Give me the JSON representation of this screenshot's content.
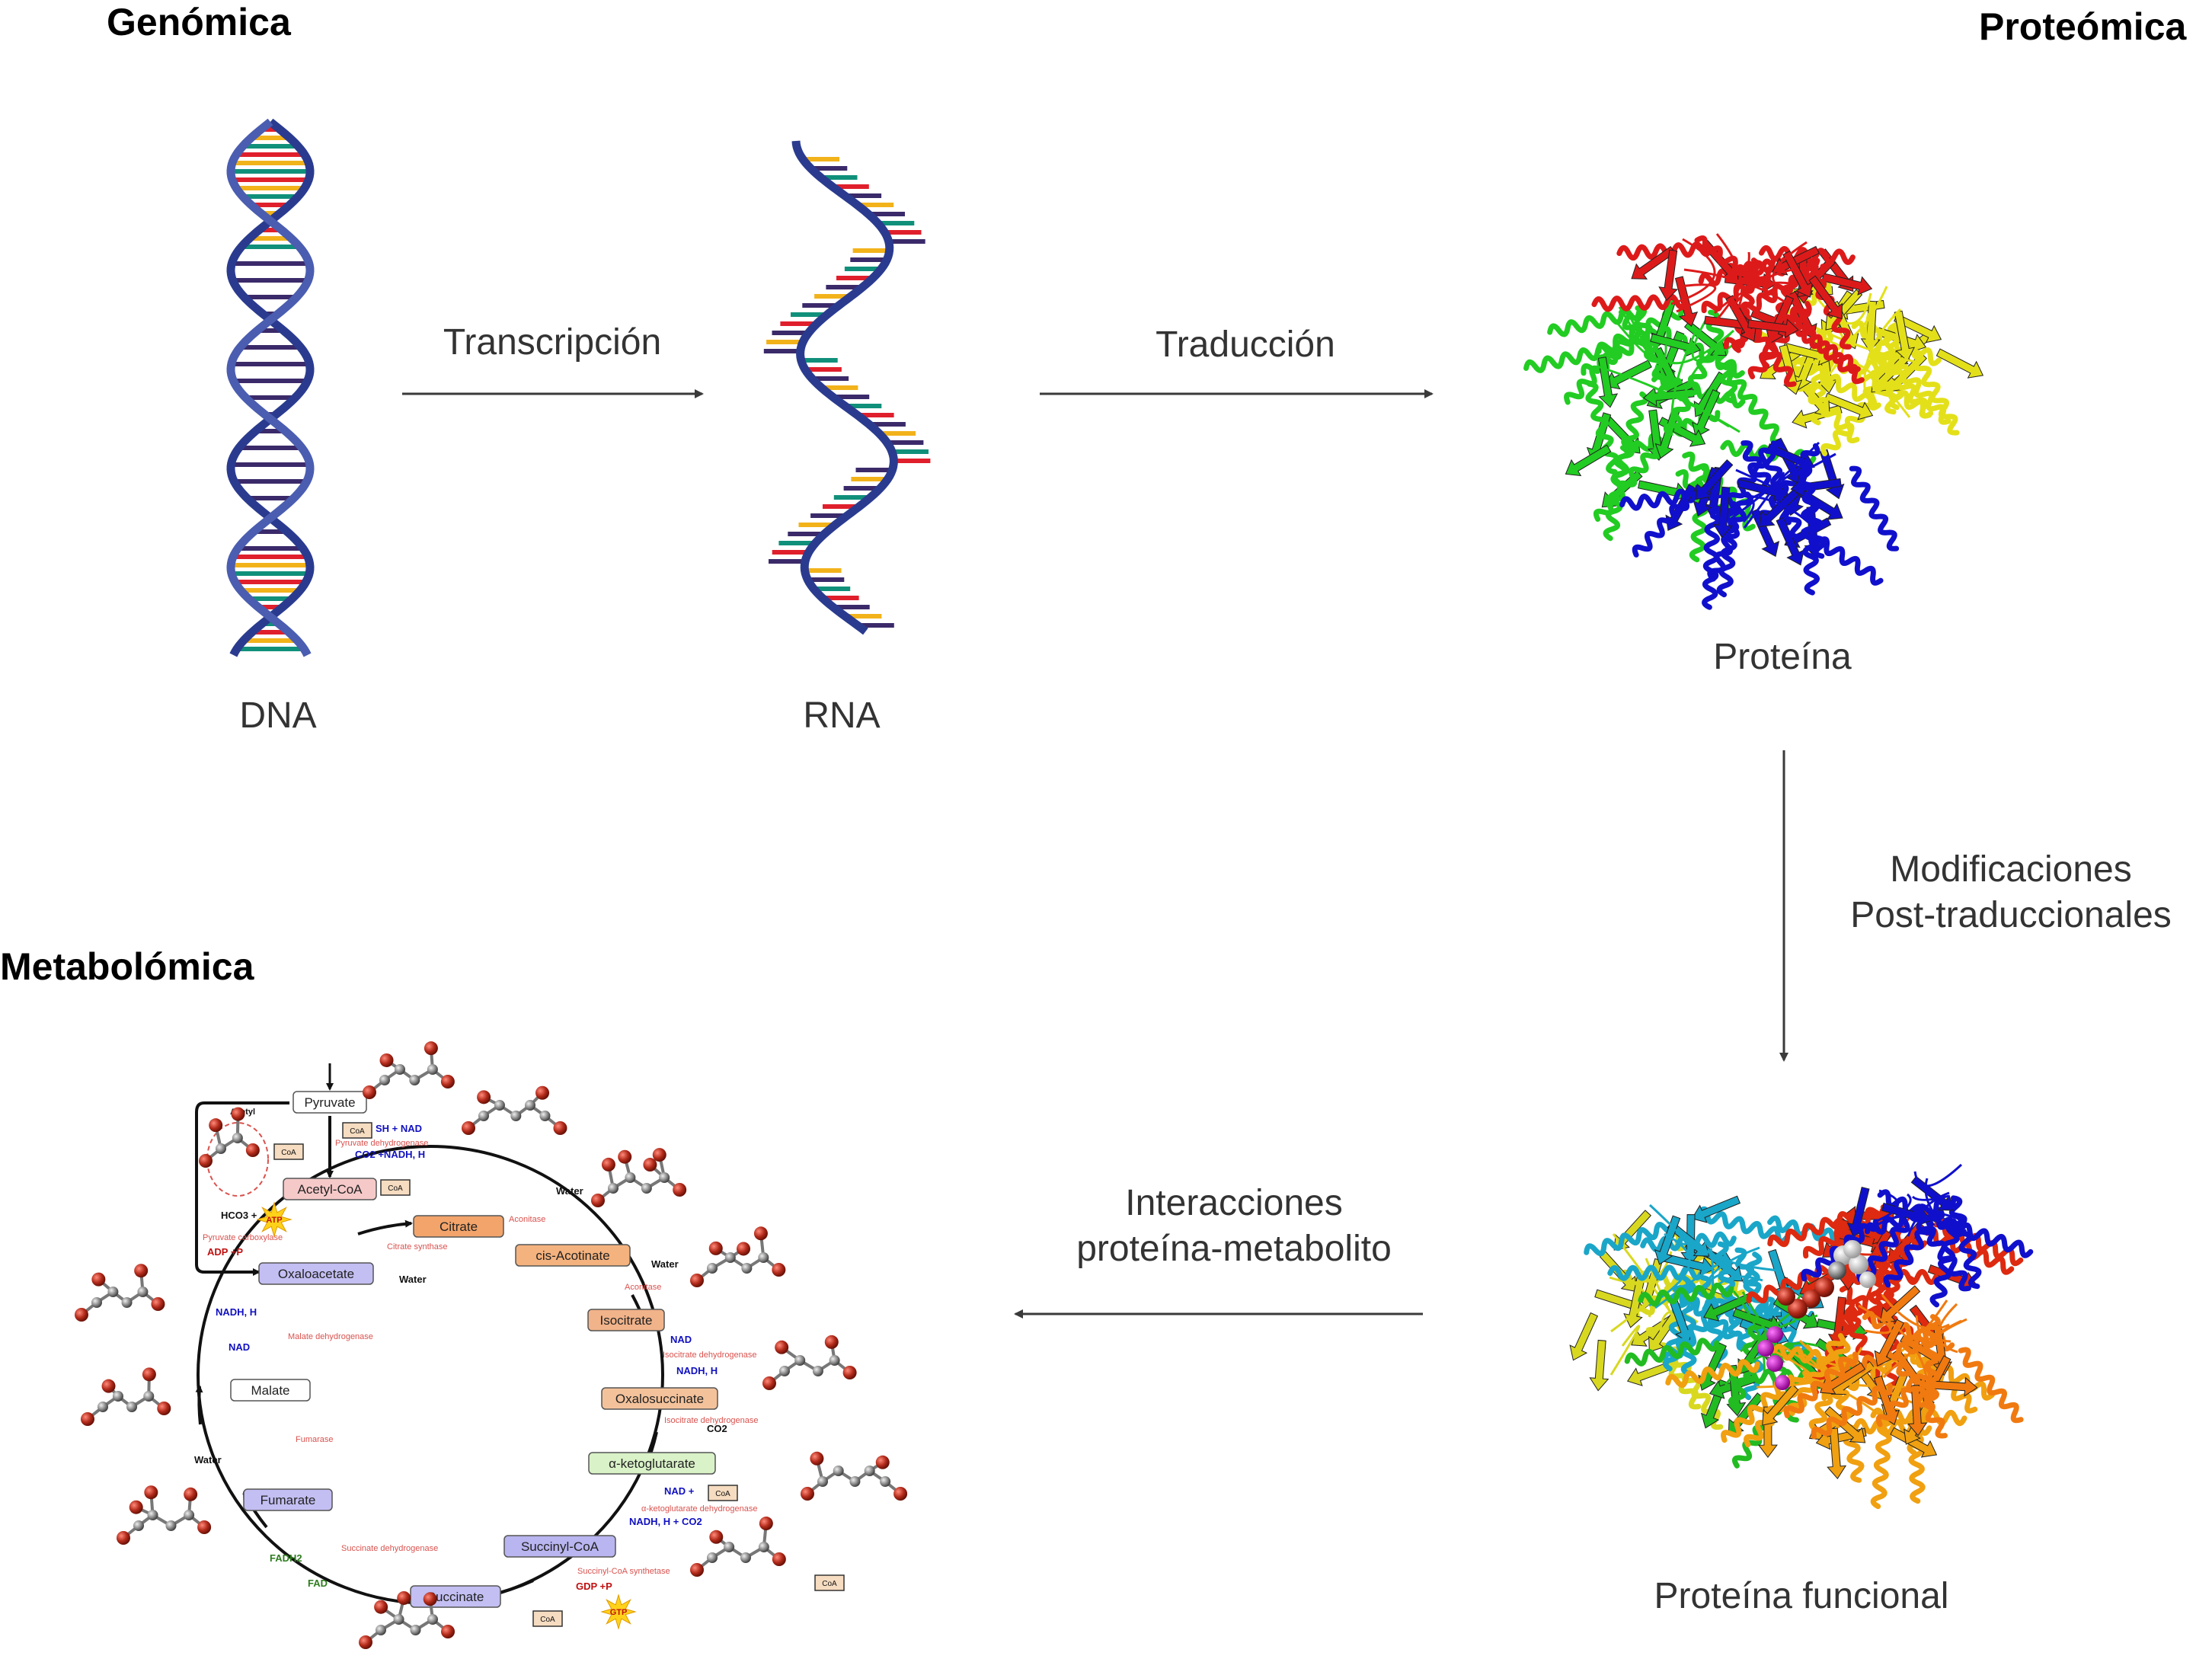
{
  "sections": {
    "genomics": "Genómica",
    "proteomics": "Proteómica",
    "metabolomics": "Metabolómica"
  },
  "molecules": {
    "dna": "DNA",
    "rna": "RNA",
    "protein": "Proteína",
    "functional_protein": "Proteína funcional"
  },
  "processes": {
    "transcription": "Transcripción",
    "translation": "Traducción",
    "ptm_line1": "Modificaciones",
    "ptm_line2": "Post-traduccionales",
    "interaction_line1": "Interacciones",
    "interaction_line2": "proteína-metabolito"
  },
  "tca_cycle": {
    "metabolites": {
      "pyruvate": "Pyruvate",
      "acetyl_coa": "Acetyl-CoA",
      "citrate": "Citrate",
      "cis_aconitate": "cis-Acotinate",
      "isocitrate": "Isocitrate",
      "oxalosuccinate": "Oxalosuccinate",
      "a_ketoglutarate": "α-ketoglutarate",
      "succinyl_coa": "Succinyl-CoA",
      "succinate": "Succinate",
      "fumarate": "Fumarate",
      "malate": "Malate",
      "oxaloacetate": "Oxaloacetate"
    },
    "enzymes": {
      "pyruvate_dh": "Pyruvate dehydrogenase",
      "pyruvate_carboxylase": "Pyruvate carboxylase",
      "citrate_synthase": "Citrate synthase",
      "aconitase": "Aconitase",
      "aconitase_2": "Aconitase",
      "isocitrate_dh": "Isocitrate dehydrogenase",
      "isocitrate_dh_2": "Isocitrate dehydrogenase",
      "akg_dh": "α-ketoglutarate dehydrogenase",
      "succinyl_coa_synthetase": "Succinyl-CoA synthetase",
      "succinate_dh": "Succinate dehydrogenase",
      "fumarase": "Fumarase",
      "malate_dh": "Malate dehydrogenase"
    },
    "cofactors": {
      "acetyl": "Acetyl",
      "coa": "CoA",
      "sh": "SH",
      "nad": "NAD",
      "nadh": "NADH, H",
      "co2": "CO",
      "water": "Water",
      "hco3": "HCO",
      "atp": "ATP",
      "adp": "ADP +P",
      "gdp": "GDP +P",
      "gtp": "GTP",
      "fad": "FAD",
      "fadh2": "FADH"
    },
    "colors": {
      "pyruvate": "#ffffff",
      "acetyl_coa": "#f6c9c9",
      "citrate": "#f2a46b",
      "cis_aconitate": "#f4b27e",
      "isocitrate": "#f1b38a",
      "oxalosuccinate": "#f3c29b",
      "a_ketoglutarate": "#d9f2c7",
      "succinyl_coa": "#b9b5f0",
      "succinate": "#c3bff3",
      "fumarate": "#c3bff3",
      "malate": "#ffffff",
      "oxaloacetate": "#c3bff3"
    }
  },
  "palette": {
    "dna_backbone": "#2a3b8f",
    "arrow": "#3a3a3a",
    "oxygen": "#b22a1a",
    "carbon": "#888888",
    "enzyme_text": "#d9534f",
    "nad_text": "#1010c0",
    "fad_text": "#2f7d1f"
  }
}
